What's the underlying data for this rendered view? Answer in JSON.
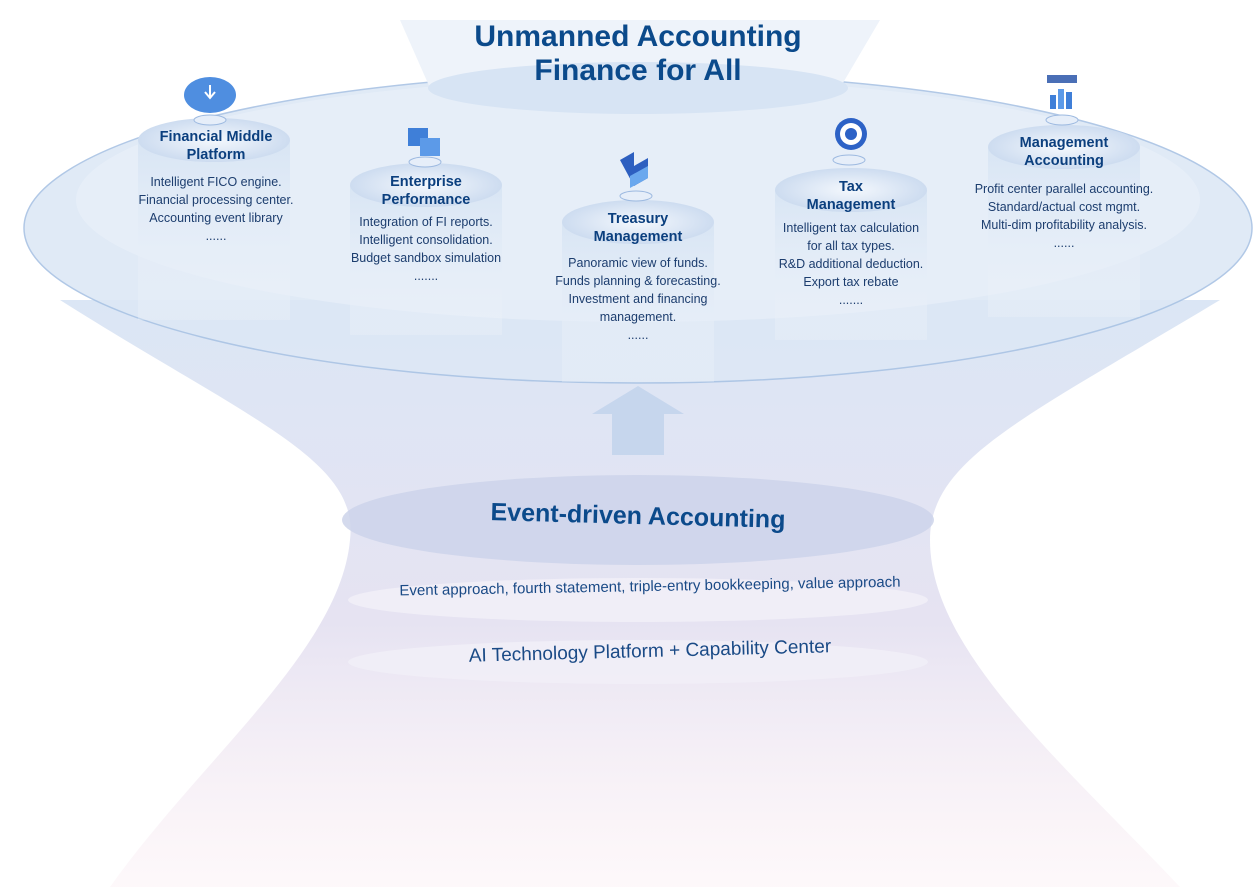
{
  "title": {
    "line1": "Unmanned Accounting",
    "line2": "Finance for All"
  },
  "columns": [
    {
      "icon": "cloud-download-icon",
      "title1": "Financial Middle",
      "title2": "Platform",
      "lines": [
        "Intelligent FICO engine.",
        "Financial processing center.",
        "Accounting event library",
        "......"
      ]
    },
    {
      "icon": "cubes-icon",
      "title1": "Enterprise",
      "title2": "Performance",
      "lines": [
        "Integration of FI reports.",
        "Intelligent consolidation.",
        "Budget sandbox simulation",
        "......."
      ]
    },
    {
      "icon": "interlocking-blocks-icon",
      "title1": "Treasury",
      "title2": "Management",
      "lines": [
        "Panoramic view of funds.",
        "Funds planning & forecasting.",
        "Investment and financing",
        "management.",
        "......"
      ]
    },
    {
      "icon": "target-icon",
      "title1": "Tax",
      "title2": "Management",
      "lines": [
        "Intelligent tax calculation",
        "for all tax types.",
        "R&D additional deduction.",
        "Export tax rebate",
        "......."
      ]
    },
    {
      "icon": "bar-chart-icon",
      "title1": "Management",
      "title2": "Accounting",
      "lines": [
        "Profit center parallel accounting.",
        "Standard/actual cost mgmt.",
        "Multi-dim profitability analysis.",
        "......"
      ]
    }
  ],
  "core": {
    "title": "Event-driven Accounting",
    "line1": "Event approach, fourth statement, triple-entry bookkeeping, value approach",
    "line2": "AI Technology Platform + Capability Center"
  },
  "colors": {
    "primary": "#0b4a8b",
    "pale": "#dce8f6",
    "pink": "#f3dbe6"
  }
}
